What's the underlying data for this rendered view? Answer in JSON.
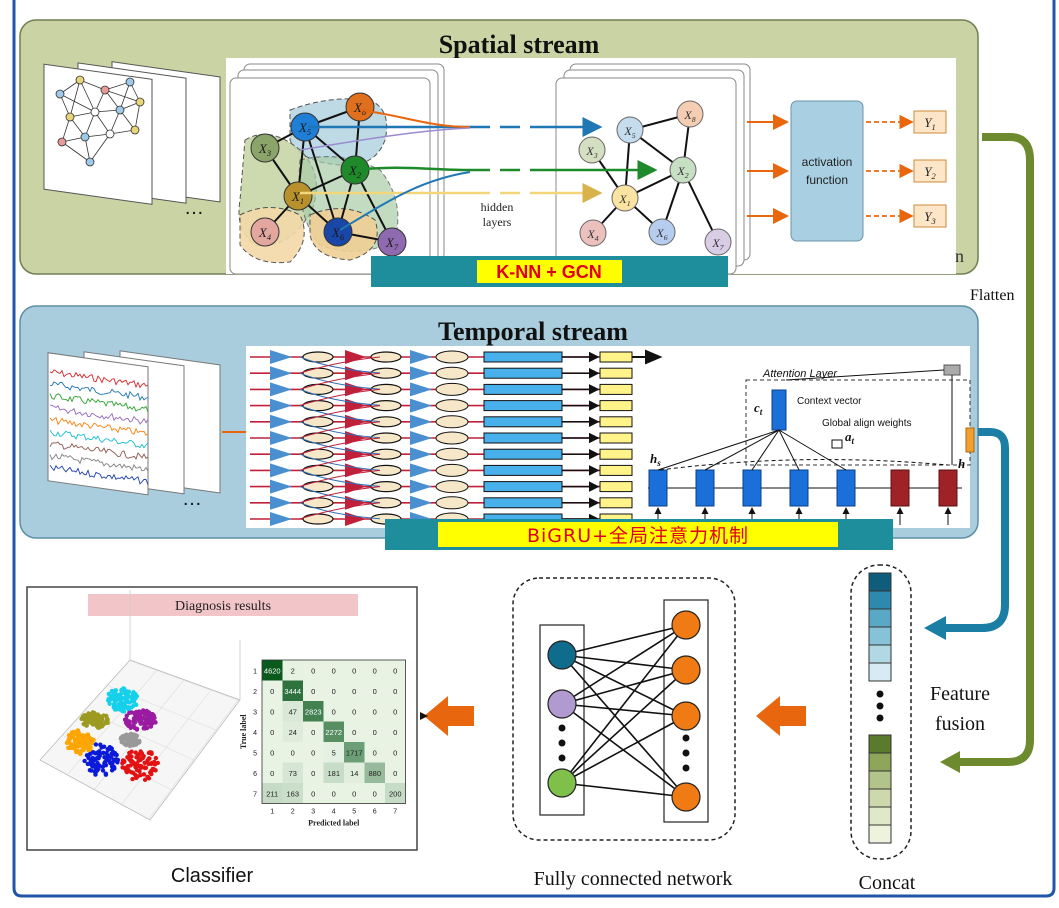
{
  "spatial": {
    "title": "Spatial stream",
    "banner": "K-NN + GCN",
    "hidden_layers": "hidden\nlayers",
    "activation": "activation\nfunction",
    "outputs": [
      "Y1",
      "Y2",
      "Y3"
    ],
    "nodes_left": [
      "X5",
      "X8",
      "X3",
      "X2",
      "X1",
      "X4",
      "X6",
      "X7"
    ],
    "nodes_right": [
      "X5",
      "X8",
      "X3",
      "X2",
      "X1",
      "X4",
      "X6",
      "X7"
    ],
    "clipped_letter": "n"
  },
  "temporal": {
    "title": "Temporal stream",
    "banner": "BiGRU+全局注意力机制",
    "attention_title": "Attention Layer",
    "context_vector": "Context vector",
    "global_align": "Global align weights",
    "ct": "c",
    "at": "a",
    "hs": "h",
    "ht": "h"
  },
  "flatten": "Flatten",
  "concat": "Concat",
  "feature_fusion": "Feature\nfusion",
  "fully_connected": "Fully connected network",
  "classifier": "Classifier",
  "diagnosis": {
    "title": "Diagnosis results",
    "ylabel": "True label",
    "xlabel": "Predicted label",
    "row_labels": [
      "1",
      "2",
      "3",
      "4",
      "5",
      "6",
      "7"
    ],
    "col_labels": [
      "1",
      "2",
      "3",
      "4",
      "5",
      "6",
      "7"
    ],
    "matrix": [
      [
        "4620",
        "2",
        "0",
        "0",
        "0",
        "0",
        "0"
      ],
      [
        "0",
        "3444",
        "0",
        "0",
        "0",
        "0",
        "0"
      ],
      [
        "0",
        "47",
        "2823",
        "0",
        "0",
        "0",
        "0"
      ],
      [
        "0",
        "24",
        "0",
        "2272",
        "0",
        "0",
        "0"
      ],
      [
        "0",
        "0",
        "0",
        "5",
        "1717",
        "0",
        "0"
      ],
      [
        "0",
        "73",
        "0",
        "181",
        "14",
        "880",
        "0"
      ],
      [
        "211",
        "163",
        "0",
        "0",
        "0",
        "0",
        "200"
      ]
    ]
  },
  "colors": {
    "spatial_bg": "#c9d3a3",
    "temporal_bg": "#a9cddc",
    "banner": "#1f8e9c",
    "banner_text_bg": "#ffff00",
    "banner_text": "#e0001b",
    "arrow_orange": "#e8670e",
    "arrow_blue": "#1a7ea5",
    "arrow_green": "#6e8a2f",
    "frame": "#1f56a8"
  }
}
